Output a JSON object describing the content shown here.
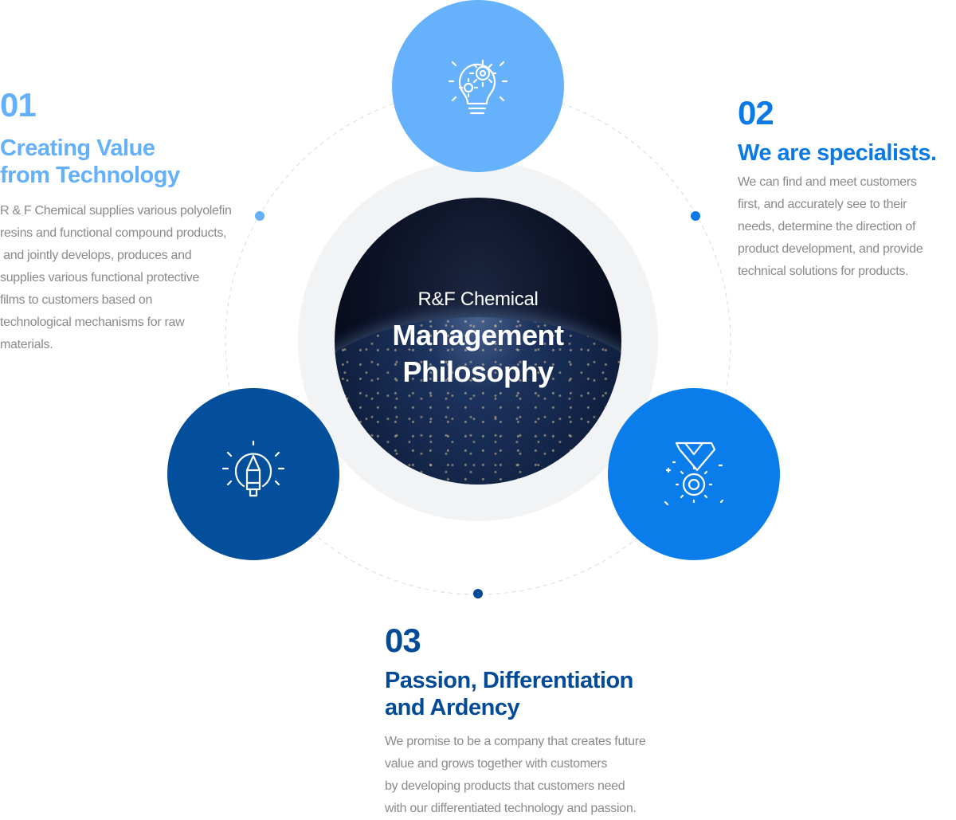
{
  "center": {
    "subtitle": "R&F Chemical",
    "title_line1": "Management",
    "title_line2": "Philosophy"
  },
  "icons": {
    "top": "lightbulb-gears-icon",
    "right": "medal-icon",
    "left": "lightbulb-pencil-icon"
  },
  "colors": {
    "light_blue": "#64b0fb",
    "blue": "#0c7ae6",
    "navy": "#034a97",
    "gray_text": "#8a8a8a",
    "halo": "#f2f3f5"
  },
  "items": [
    {
      "number": "01",
      "title_line1": "Creating Value",
      "title_line2": "from Technology",
      "desc_lines": [
        "R & F Chemical supplies various polyolefin",
        "resins and functional compound products,",
        " and jointly develops, produces and",
        "supplies various functional protective",
        "films to customers based on",
        "technological mechanisms for raw",
        "materials."
      ]
    },
    {
      "number": "02",
      "title_line1": "We are specialists.",
      "desc_lines": [
        "We can find and meet customers",
        "first, and accurately see to their",
        "needs, determine the direction of",
        "product development, and provide",
        "technical solutions for products."
      ]
    },
    {
      "number": "03",
      "title_line1": "Passion, Differentiation",
      "title_line2": "and Ardency",
      "desc_lines": [
        "We promise to be a company that creates future",
        "value and grows together with customers",
        "by developing products that customers need",
        "with our differentiated technology and passion."
      ]
    }
  ]
}
